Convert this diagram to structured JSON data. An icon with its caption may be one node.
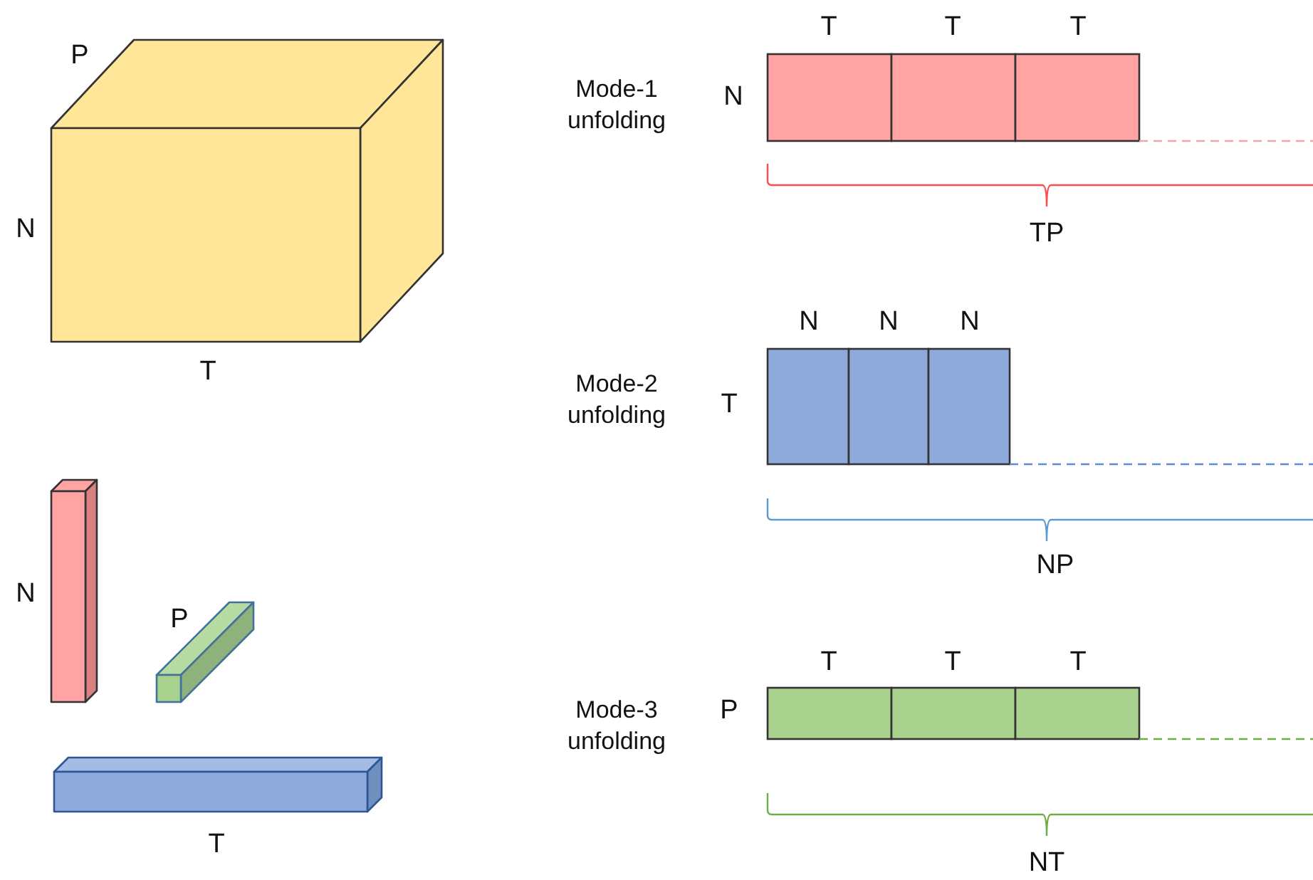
{
  "diagram": {
    "labels": [
      "P",
      "N",
      "T",
      "N",
      "P",
      "T",
      "Mode-1 unfolding",
      "N",
      "T",
      "T",
      "T",
      "TP",
      "Mode-2 unfolding",
      "T",
      "N",
      "N",
      "N",
      "NP",
      "Mode-3 unfolding",
      "P",
      "T",
      "T",
      "T",
      "NT"
    ]
  }
}
